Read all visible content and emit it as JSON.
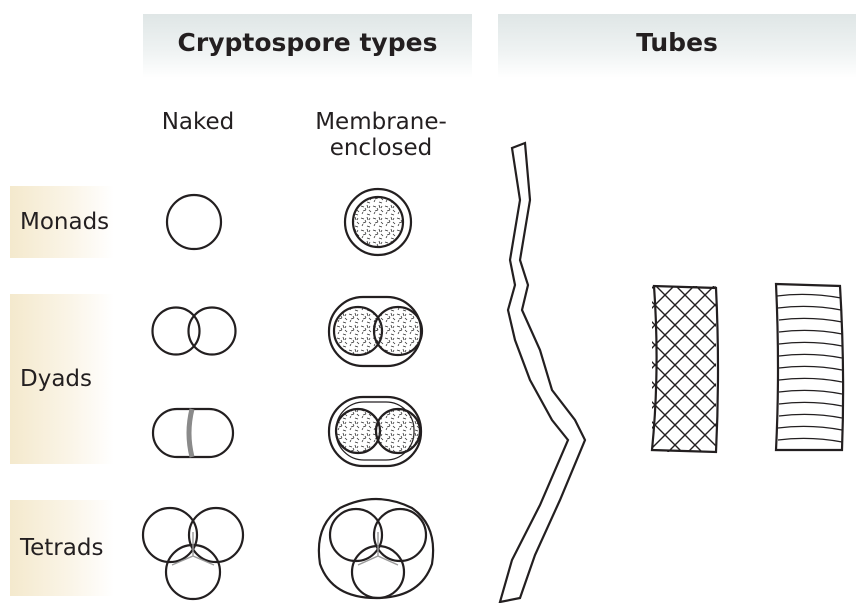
{
  "headers": {
    "cryptospore_types": "Cryptospore types",
    "tubes": "Tubes"
  },
  "columns": {
    "naked": "Naked",
    "membrane_line1": "Membrane-",
    "membrane_line2": "enclosed"
  },
  "rows": {
    "monads": "Monads",
    "dyads": "Dyads",
    "tetrads": "Tetrads"
  },
  "colors": {
    "header_band": "#dfe6e6",
    "row_band": "#f4e9cd",
    "line": "#231f20",
    "septum": "#8a8a8a"
  }
}
